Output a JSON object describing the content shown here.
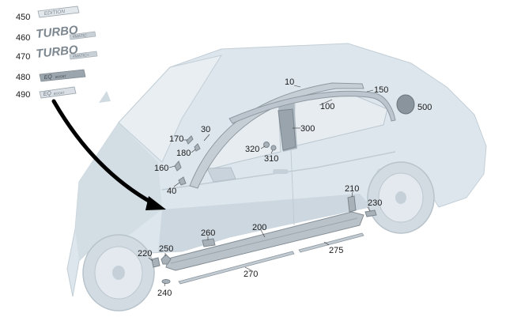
{
  "badges": [
    {
      "callout": "450",
      "text": "EDITION"
    },
    {
      "callout": "460",
      "text": "TURBO",
      "sub": "4MATIC"
    },
    {
      "callout": "470",
      "text": "TURBO",
      "sub": "4MATIC+"
    },
    {
      "callout": "480",
      "text": "EQ",
      "sub": "BOOST"
    },
    {
      "callout": "490",
      "text": "EQ",
      "sub": "BOOST"
    }
  ],
  "callouts": {
    "c10": "10",
    "c150": "150",
    "c100": "100",
    "c500": "500",
    "c30": "30",
    "c170": "170",
    "c180": "180",
    "c160": "160",
    "c40": "40",
    "c300": "300",
    "c320": "320",
    "c310": "310",
    "c210": "210",
    "c230": "230",
    "c200": "200",
    "c260": "260",
    "c250": "250",
    "c220": "220",
    "c275": "275",
    "c270": "270",
    "c240": "240"
  },
  "colors": {
    "car_body": "#dde6ec",
    "car_shadow": "#c9d4dc",
    "car_outline": "#b7c3cc",
    "part_fill": "#c2cbd2",
    "part_stroke": "#8d979f",
    "arrow": "#000000",
    "text": "#1a1a1a"
  }
}
